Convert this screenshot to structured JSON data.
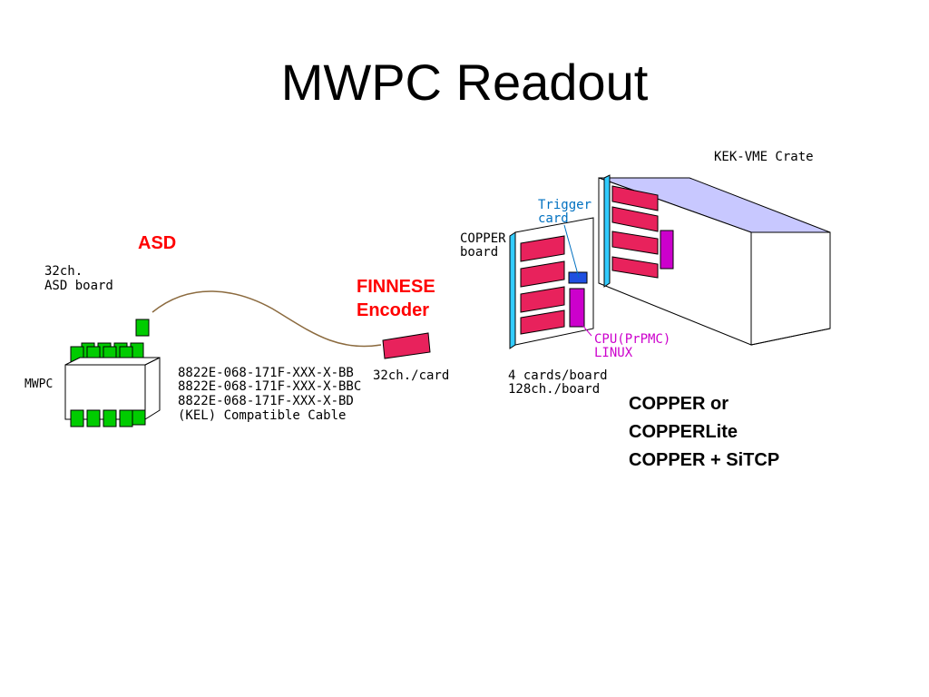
{
  "title": "MWPC Readout",
  "asd": {
    "label": "ASD",
    "board_line1": "32ch.",
    "board_line2": "ASD board"
  },
  "mwpc_label": "MWPC",
  "cable": {
    "line1": "8822E-068-171F-XXX-X-BB",
    "line2": "8822E-068-171F-XXX-X-BBC",
    "line3": "8822E-068-171F-XXX-X-BD",
    "line4": "(KEL) Compatible Cable"
  },
  "finnese": {
    "line1": "FINNESE",
    "line2": "Encoder",
    "per_card": "32ch./card"
  },
  "copper": {
    "board_line1": "COPPER",
    "board_line2": "board",
    "trigger_line1": "Trigger",
    "trigger_line2": "card",
    "cpu_line1": "CPU(PrPMC)",
    "cpu_line2": "LINUX",
    "cards_line1": "4 cards/board",
    "cards_line2": "128ch./board"
  },
  "crate_label": "KEK-VME Crate",
  "variants": {
    "line1": "COPPER or",
    "line2": "COPPERLite",
    "line3": "COPPER + SiTCP"
  },
  "colors": {
    "asd_red": "#ff0000",
    "trigger_blue": "#0070c0",
    "cpu_magenta": "#cc00cc",
    "card_pink": "#e8225c",
    "board_green": "#00cc00",
    "crate_lavender": "#c8c8ff",
    "edge_cyan": "#33ccff"
  }
}
